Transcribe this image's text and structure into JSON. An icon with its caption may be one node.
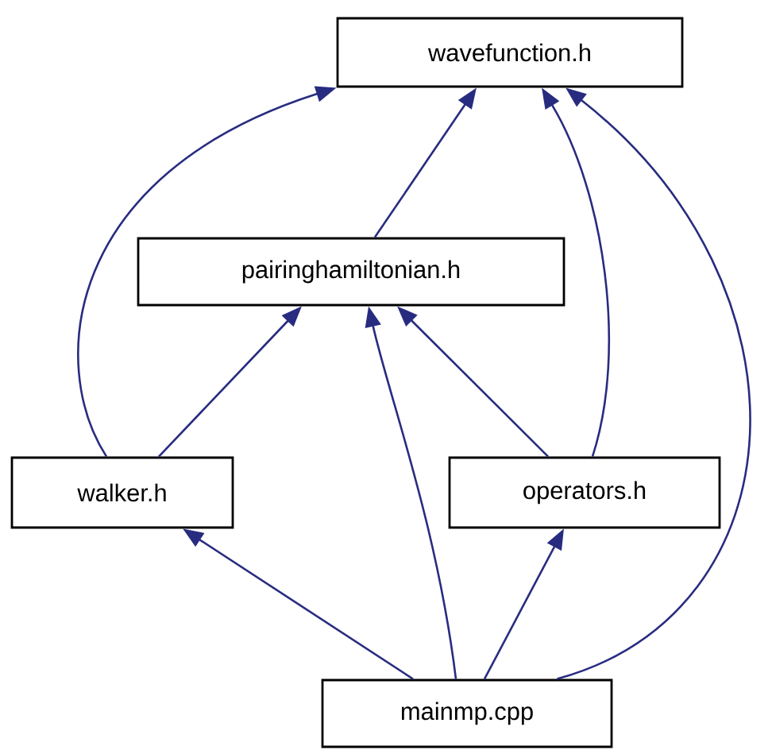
{
  "diagram": {
    "nodes": [
      {
        "text": [
          "wavefunction.h"
        ]
      },
      {
        "text": [
          "pairinghamiltonian.h"
        ]
      },
      {
        "text": [
          "walker.h"
        ]
      },
      {
        "text": [
          "operators.h"
        ]
      },
      {
        "text": [
          "mainmp.cpp"
        ]
      }
    ],
    "edges": [
      {
        "from": 1,
        "to": 0,
        "arrow": "to"
      },
      {
        "from": 2,
        "to": 0,
        "arrow": "to"
      },
      {
        "from": 3,
        "to": 0,
        "arrow": "to"
      },
      {
        "from": 4,
        "to": 0,
        "arrow": "to"
      },
      {
        "from": 2,
        "to": 1,
        "arrow": "to"
      },
      {
        "from": 3,
        "to": 1,
        "arrow": "to"
      },
      {
        "from": 4,
        "to": 1,
        "arrow": "to"
      },
      {
        "from": 4,
        "to": 2,
        "arrow": "to"
      },
      {
        "from": 4,
        "to": 3,
        "arrow": "to"
      }
    ]
  }
}
